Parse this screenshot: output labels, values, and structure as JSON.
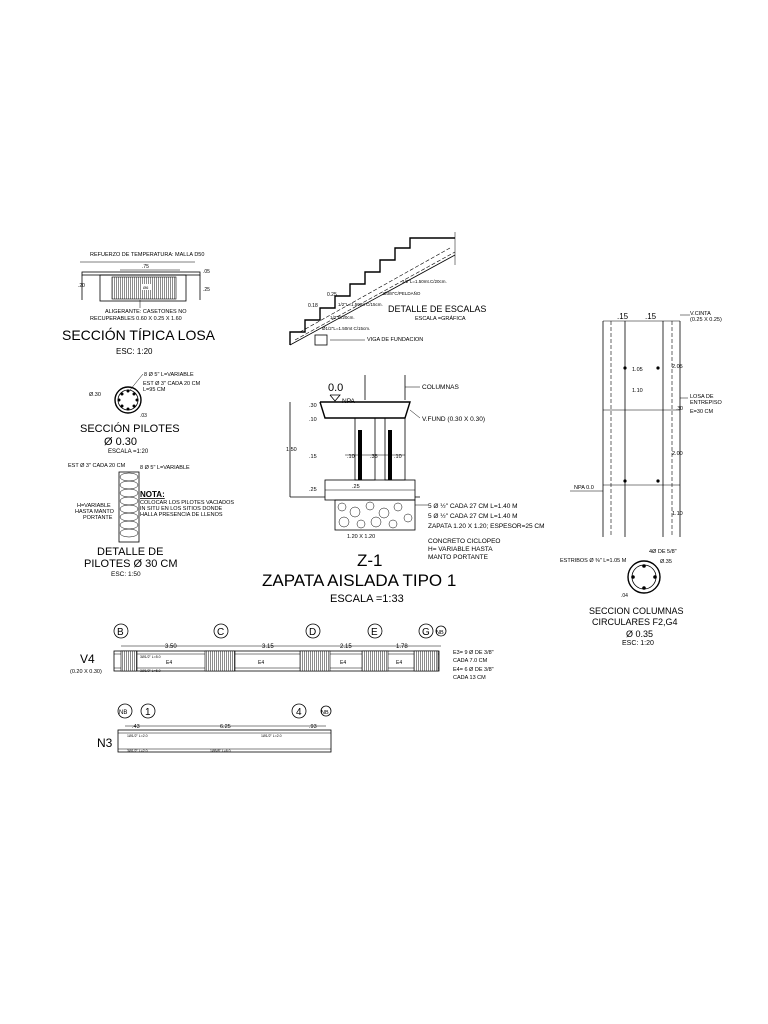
{
  "losa": {
    "ref_temp": "REFUERZO DE TEMPERATURA: MALLA D50",
    "dim_75": ".75",
    "dim_05": ".05",
    "dim_20": ".20",
    "dim_25": ".25",
    "aligerante_1": "ALIGERANTE: CASETONES NO",
    "aligerante_2": "RECUPERABLES 0.60 X 0.25 X 1.60",
    "title": "SECCIÓN TÍPICA LOSA",
    "scale": "ESC: 1:20"
  },
  "escalas": {
    "bar_top": "1/2\"L=1.50mt.C/20cm.",
    "pel": "Ø3/8\"C/PELDAÑO",
    "dim_025": "0.25",
    "dim_018": "0.18",
    "r1": "1/2\"L=1.50mt C/15cm.",
    "r2": "1/2\"C/20cm.",
    "r3": "Ø1/2\"L=1.50mt C/15cm.",
    "title": "DETALLE DE ESCALAS",
    "scale": "ESCALA =GRÁFICA",
    "viga": "VIGA DE FUNDACION"
  },
  "pilotes": {
    "top_bar": "8 Ø 5\" L=VARIABLE",
    "est": "EST Ø 3\" CADA 20 CM",
    "l95": "L=95 CM",
    "d030": "Ø.30",
    "d03": ".03",
    "title": "SECCIÓN PILOTES",
    "dia": "Ø 0.30",
    "scale": "ESCALA =1:20"
  },
  "detalle_pilotes": {
    "est": "EST Ø 3\" CADA 20 CM",
    "bars": "8 Ø 5\" L=VARIABLE",
    "h1": "H=VARIABLE",
    "h2": "HASTA MANTO",
    "h3": "PORTANTE",
    "nota_title": "NOTA:",
    "nota_1": "COLOCAR LOS PILOTES VACIADOS",
    "nota_2": "IN SITU EN LOS SITIOS DONDE",
    "nota_3": "HALLA PRESENCIA DE LLENOS",
    "title_1": "DETALLE DE",
    "title_2": "PILOTES Ø 30 CM",
    "scale": "ESC: 1:50"
  },
  "zapata": {
    "level": "0.0",
    "npa": "NPA",
    "columnas": "COLUMNAS",
    "vfund": "V.FUND (0.30 X 0.30)",
    "d30": ".30",
    "d10": ".10",
    "d150": "1.50",
    "d15": ".15",
    "d35": ".35",
    "d25a": ".25",
    "d25b": ".25",
    "d1020": ".10",
    "d120": "1.20 X 1.20",
    "b1": "5 Ø ½\" CADA 27 CM L=1.40 M",
    "b2": "5 Ø ½\" CADA 27 CM L=1.40 M",
    "b3": "ZAPATA 1.20 X 1.20; ESPESOR=25 CM",
    "c1": "CONCRETO CICLOPEO",
    "c2": "H= VARIABLE HASTA",
    "c3": "MANTO PORTANTE",
    "id": "Z-1",
    "title": "ZAPATA AISLADA TIPO 1",
    "scale": "ESCALA =1:33"
  },
  "columna": {
    "d15a": ".15",
    "d15b": ".15",
    "vcinta": "V.CINTA",
    "vcinta_dim": "(0.25 X 0.25)",
    "d105": "1.05",
    "d110": "1.10",
    "d205": "2.05",
    "d200": "2.00",
    "d110b": "1.10",
    "d30": ".30",
    "losa_1": "LOSA DE",
    "losa_2": "ENTREPISO",
    "losa_3": "E=30 CM",
    "npa": "NPA 0.0",
    "estribos": "ESTRIBOS Ø ⅜\" L=1.05 M",
    "bars": "4Ø DE 5/8\"",
    "d035": "Ø.35",
    "d04": ".04",
    "title_1": "SECCION COLUMNAS",
    "title_2": "CIRCULARES F2,G4",
    "dia": "Ø 0.35",
    "scale": "ESC: 1:20"
  },
  "viga_v4": {
    "axes": [
      "B",
      "C",
      "D",
      "E",
      "G",
      "NB"
    ],
    "spans": [
      "3.50",
      "3.15",
      "2.15",
      "1.78"
    ],
    "id": "V4",
    "dim": "(0.20 X 0.30)",
    "e4": "E4",
    "e3a": "E3",
    "n1": "E3= 9 Ø DE 3/8\"",
    "n2": "CADA 7.0 CM",
    "n3": "E4= 6 Ø DE 3/8\"",
    "n4": "CADA 13 CM",
    "bar_top": "3Ø1/2\" L=5.0",
    "bar_bot": "3Ø1/2\" L=5.0"
  },
  "viga_n3": {
    "axes": [
      "NB",
      "1",
      "4",
      "NB"
    ],
    "span": "6.25",
    "d43": ".43",
    "d93": ".93",
    "id": "N3",
    "bar_top": "1Ø1/2\" L=2.0",
    "bar_top2": "1Ø1/2\" L=2.0",
    "bar_bot": "1Ø5/8\" L=6.0",
    "bar_bot2": "3Ø1/2\" L=2.0"
  }
}
